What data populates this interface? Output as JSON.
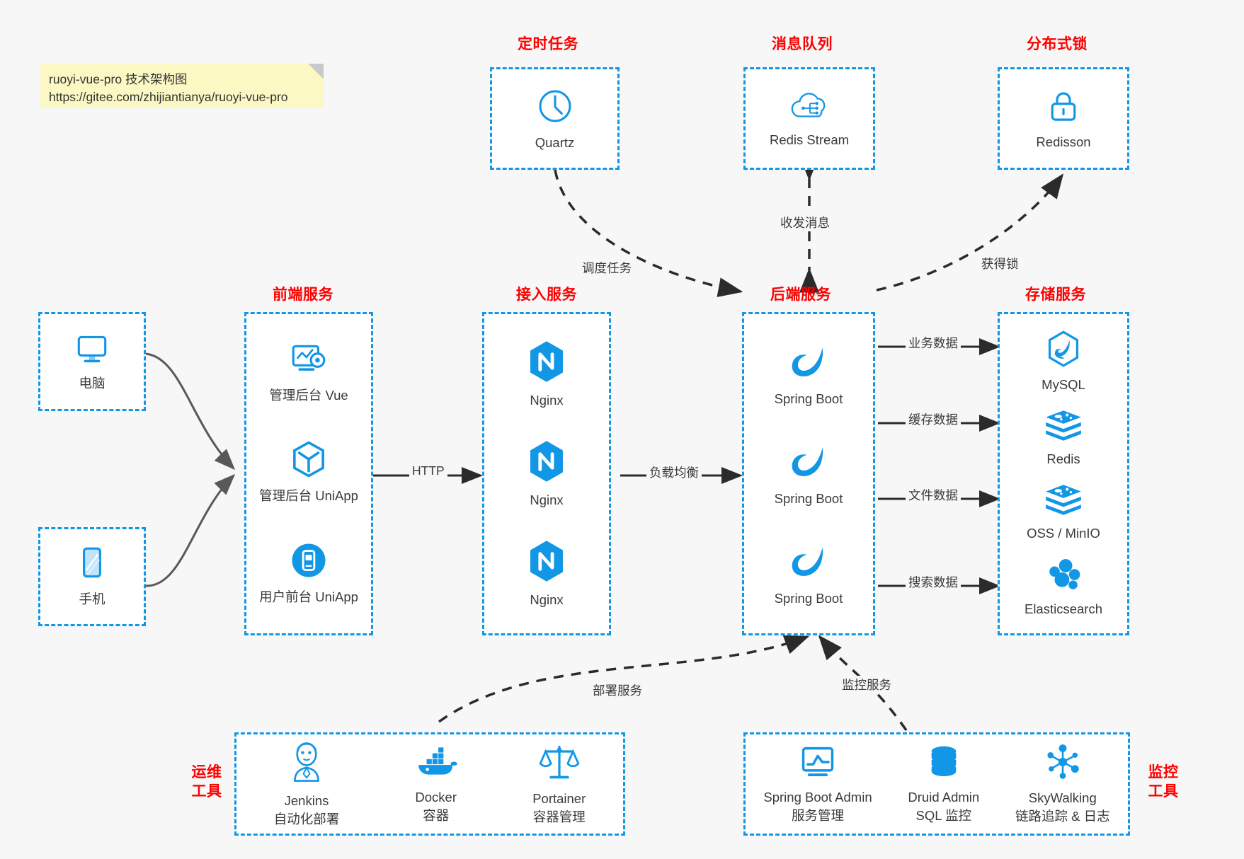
{
  "note": {
    "line1": "ruoyi-vue-pro 技术架构图",
    "line2": "https://gitee.com/zhijiantianya/ruoyi-vue-pro"
  },
  "colors": {
    "accent_blue": "#1296e6",
    "heading_red": "#ff0000",
    "background": "#f7f7f7",
    "box_fill": "#ffffff",
    "edge_gray": "#595959",
    "note_yellow": "#fbf8c4"
  },
  "groups": {
    "scheduled_task": {
      "heading": "定时任务"
    },
    "message_queue": {
      "heading": "消息队列"
    },
    "distributed_lock": {
      "heading": "分布式锁"
    },
    "frontend": {
      "heading": "前端服务"
    },
    "gateway": {
      "heading": "接入服务"
    },
    "backend": {
      "heading": "后端服务"
    },
    "storage": {
      "heading": "存储服务"
    },
    "devops": {
      "heading_line1": "运维",
      "heading_line2": "工具"
    },
    "monitor": {
      "heading_line1": "监控",
      "heading_line2": "工具"
    }
  },
  "nodes": {
    "quartz": {
      "label": "Quartz",
      "icon": "clock-icon"
    },
    "redis_stream": {
      "label": "Redis Stream",
      "icon": "cloud-stream-icon"
    },
    "redisson": {
      "label": "Redisson",
      "icon": "lock-icon"
    },
    "computer": {
      "label": "电脑",
      "icon": "monitor-icon"
    },
    "phone": {
      "label": "手机",
      "icon": "smartphone-icon"
    },
    "admin_vue": {
      "label": "管理后台 Vue",
      "icon": "dashboard-gear-icon"
    },
    "admin_uniapp": {
      "label": "管理后台 UniApp",
      "icon": "hexagon-cube-icon"
    },
    "user_uniapp": {
      "label": "用户前台 UniApp",
      "icon": "mobile-app-icon"
    },
    "nginx_1": {
      "label": "Nginx",
      "icon": "nginx-icon"
    },
    "nginx_2": {
      "label": "Nginx",
      "icon": "nginx-icon"
    },
    "nginx_3": {
      "label": "Nginx",
      "icon": "nginx-icon"
    },
    "spring_boot_1": {
      "label": "Spring Boot",
      "icon": "spring-leaf-icon"
    },
    "spring_boot_2": {
      "label": "Spring Boot",
      "icon": "spring-leaf-icon"
    },
    "spring_boot_3": {
      "label": "Spring Boot",
      "icon": "spring-leaf-icon"
    },
    "mysql": {
      "label": "MySQL",
      "icon": "mysql-dolphin-icon"
    },
    "redis": {
      "label": "Redis",
      "icon": "redis-stack-icon"
    },
    "oss_minio": {
      "label": "OSS / MinIO",
      "icon": "redis-stack-icon"
    },
    "elasticsearch": {
      "label": "Elasticsearch",
      "icon": "elasticsearch-cluster-icon"
    },
    "jenkins": {
      "label": "Jenkins",
      "sub": "自动化部署",
      "icon": "jenkins-butler-icon"
    },
    "docker": {
      "label": "Docker",
      "sub": "容器",
      "icon": "docker-whale-icon"
    },
    "portainer": {
      "label": "Portainer",
      "sub": "容器管理",
      "icon": "scales-icon"
    },
    "sba": {
      "label": "Spring Boot Admin",
      "sub": "服务管理",
      "icon": "monitor-chart-icon"
    },
    "druid": {
      "label": "Druid Admin",
      "sub": "SQL 监控",
      "icon": "database-cylinder-icon"
    },
    "skywalking": {
      "label": "SkyWalking",
      "sub": "链路追踪 & 日志",
      "icon": "network-nodes-icon"
    }
  },
  "edges": [
    {
      "name": "quartz-to-backend",
      "label": "调度任务",
      "style": "dashed"
    },
    {
      "name": "mq-backend-bidirection",
      "label": "收发消息",
      "style": "dashed"
    },
    {
      "name": "backend-to-redisson",
      "label": "获得锁",
      "style": "dashed"
    },
    {
      "name": "frontend-to-gateway",
      "label": "HTTP",
      "style": "solid"
    },
    {
      "name": "gateway-to-backend",
      "label": "负载均衡",
      "style": "solid"
    },
    {
      "name": "backend-to-mysql",
      "label": "业务数据",
      "style": "solid"
    },
    {
      "name": "backend-to-redis",
      "label": "缓存数据",
      "style": "solid"
    },
    {
      "name": "backend-to-oss",
      "label": "文件数据",
      "style": "solid"
    },
    {
      "name": "backend-to-es",
      "label": "搜索数据",
      "style": "solid"
    },
    {
      "name": "devops-to-backend",
      "label": "部署服务",
      "style": "dashed"
    },
    {
      "name": "monitor-to-backend",
      "label": "监控服务",
      "style": "dashed"
    }
  ]
}
